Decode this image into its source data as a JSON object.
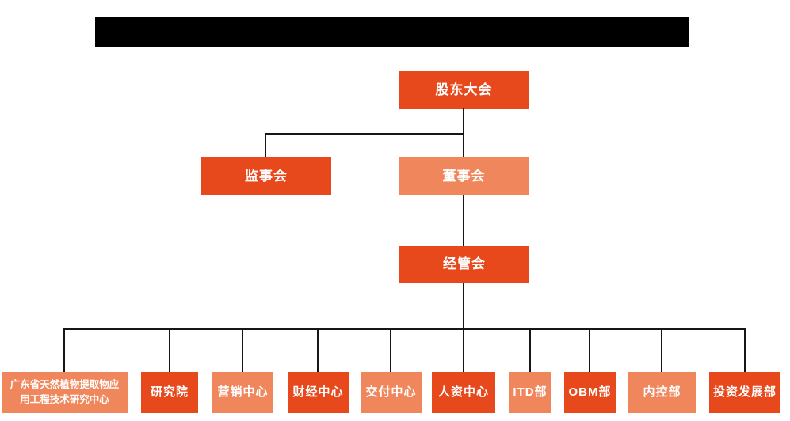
{
  "colors": {
    "primary_orange": "#e7491c",
    "light_orange": "#f0865c",
    "connector_line": "#161616",
    "redacted_bar": "#000000",
    "node_text": "#ffffff",
    "background": "#ffffff"
  },
  "org": {
    "root": {
      "label": "股东大会",
      "variant": "primary"
    },
    "level2": [
      {
        "label": "监事会",
        "variant": "primary"
      },
      {
        "label": "董事会",
        "variant": "light"
      }
    ],
    "level3": {
      "label": "经管会",
      "variant": "primary"
    },
    "departments": [
      {
        "label": "广东省天然植物提取物应用工程技术研究中心",
        "variant": "light"
      },
      {
        "label": "研究院",
        "variant": "primary"
      },
      {
        "label": "营销中心",
        "variant": "light"
      },
      {
        "label": "财经中心",
        "variant": "primary"
      },
      {
        "label": "交付中心",
        "variant": "light"
      },
      {
        "label": "人资中心",
        "variant": "primary"
      },
      {
        "label": "ITD部",
        "variant": "light"
      },
      {
        "label": "OBM部",
        "variant": "primary"
      },
      {
        "label": "内控部",
        "variant": "light"
      },
      {
        "label": "投资发展部",
        "variant": "primary"
      }
    ]
  }
}
